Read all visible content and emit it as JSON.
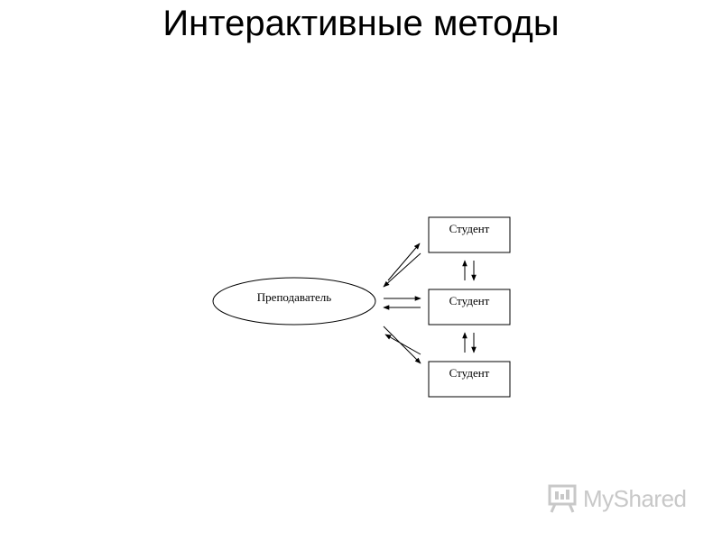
{
  "slide": {
    "title": "Интерактивные методы"
  },
  "diagram": {
    "teacher": "Преподаватель",
    "students": [
      "Студент",
      "Студент",
      "Студент"
    ]
  },
  "watermark": {
    "text": "MyShared",
    "color": "#c8c8c8",
    "icon": "presentation-board-icon"
  }
}
